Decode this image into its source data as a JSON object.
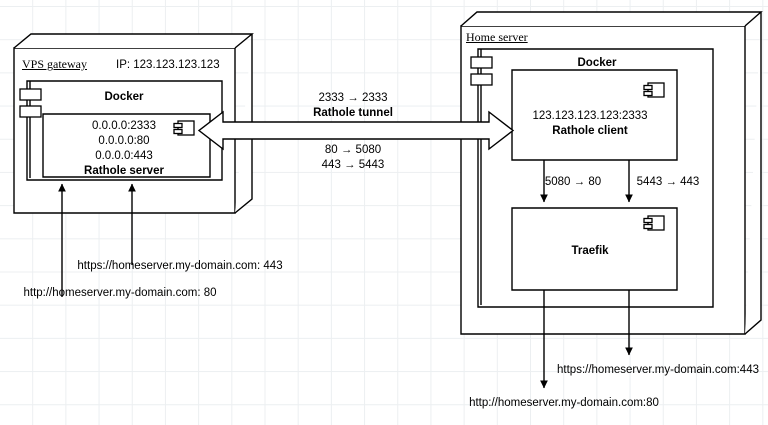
{
  "diagram": {
    "title": "Rathole tunnel network diagram",
    "background": "#ffffff",
    "grid_color": "#eceff1",
    "stroke": "#000000",
    "fill": "#ffffff"
  },
  "vps_node": {
    "name": "VPS gateway",
    "ip_label": "IP: 123.123.123.123",
    "docker_label": "Docker",
    "service": {
      "endpoints": [
        "0.0.0.0:2333",
        "0.0.0.0:80",
        "0.0.0.0:443"
      ],
      "name": "Rathole server",
      "icon": "component-icon"
    },
    "ports_icon": "node-port-icon"
  },
  "home_node": {
    "name": "Home server",
    "docker_label": "Docker",
    "client": {
      "endpoint": "123.123.123.123:2333",
      "name": "Rathole client",
      "icon": "component-icon"
    },
    "traefik": {
      "name": "Traefik",
      "icon": "component-icon"
    },
    "ports_icon": "node-port-icon"
  },
  "tunnel": {
    "above": {
      "ports": "2333 → 2333",
      "name": "Rathole tunnel"
    },
    "below": {
      "line1": "80 → 5080",
      "line2": "443 → 5443"
    }
  },
  "internal_links": {
    "http_forward": "5080 → 80",
    "https_forward": "5443 → 443"
  },
  "inbound_labels": {
    "https": "https://homeserver.my-domain.com: 443",
    "http": "http://homeserver.my-domain.com: 80"
  },
  "outbound_labels": {
    "https": "https://homeserver.my-domain.com:443",
    "http": "http://homeserver.my-domain.com:80"
  }
}
